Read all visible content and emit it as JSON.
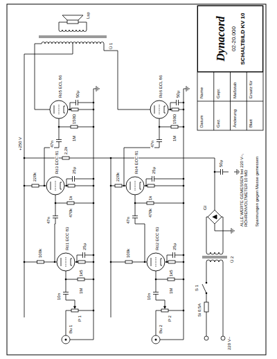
{
  "diagram": {
    "nodes": [
      {
        "text": [
          "Dynacord",
          "02-20.000",
          "SCHALTBILD KV 10"
        ]
      }
    ],
    "labels": [
      "Rö1 ECC 83",
      "Rö2 ECC 83",
      "Rö3 ECC 81",
      "Rö4 ECC 81",
      "Rö5 ECL 86",
      "Rö6 ECL 86",
      "100k",
      "100k",
      "220k",
      "220k",
      "1k5",
      "1k5",
      "1k",
      "1k",
      "150Ω",
      "150Ω",
      "1M",
      "1M",
      "470k",
      "470k",
      "1M",
      "1M",
      "25µ",
      "25µ",
      "25µ",
      "25µ",
      "50µ",
      "50µ",
      "10n",
      "10n",
      "47n",
      "47n",
      "47n",
      "47n",
      "Bu 1",
      "Bu 2",
      "P 1",
      "P 2",
      "+250 V",
      "2,2k",
      "50µ",
      "Gl",
      "Ü 2",
      "Si 0,5A",
      "S 1",
      "220 V~",
      "Ü 1",
      "Lsp",
      "ALLE WERTE GEMESSEN bei 220 V~, RÖHRENVOLTMETER 10 MΩ",
      "Spannungen gegen Masse gemessen",
      "Datum",
      "Name",
      "Gez.",
      "Gepr.",
      "Änderung",
      "Maßstab",
      "Blatt",
      "Ersatz für"
    ]
  }
}
